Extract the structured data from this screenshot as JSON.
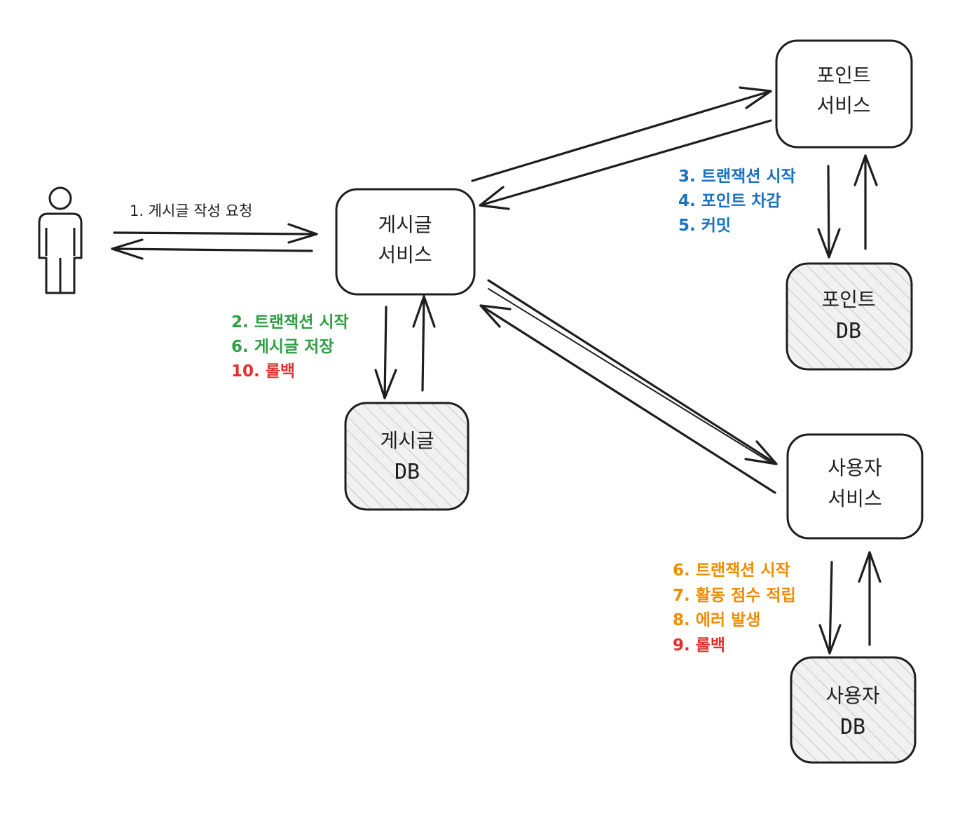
{
  "user": {
    "icon": "person-icon"
  },
  "request": {
    "label": "1. 게시글 작성 요청"
  },
  "post_service": {
    "line1": "게시글",
    "line2": "서비스"
  },
  "post_db": {
    "line1": "게시글",
    "line2": "DB"
  },
  "point_service": {
    "line1": "포인트",
    "line2": "서비스"
  },
  "point_db": {
    "line1": "포인트",
    "line2": "DB"
  },
  "user_service": {
    "line1": "사용자",
    "line2": "서비스"
  },
  "user_db": {
    "line1": "사용자",
    "line2": "DB"
  },
  "post_steps": [
    {
      "text": "2. 트랜잭션 시작",
      "color": "#2f9e44"
    },
    {
      "text": "6. 게시글 저장",
      "color": "#2f9e44"
    },
    {
      "text": "10. 롤백",
      "color": "#e03131"
    }
  ],
  "point_steps": [
    {
      "text": "3. 트랜잭션 시작",
      "color": "#1971c2"
    },
    {
      "text": "4. 포인트 차감",
      "color": "#1971c2"
    },
    {
      "text": "5. 커밋",
      "color": "#1971c2"
    }
  ],
  "user_steps": [
    {
      "text": "6. 트랜잭션 시작",
      "color": "#f08c00"
    },
    {
      "text": "7. 활동 점수 적립",
      "color": "#f08c00"
    },
    {
      "text": "8. 에러 발생",
      "color": "#f08c00"
    },
    {
      "text": "9. 롤백",
      "color": "#e03131"
    }
  ],
  "colors": {
    "stroke": "#1e1e1e",
    "hatch": "#c7c7c7",
    "db_fill": "#f1f1f1"
  }
}
